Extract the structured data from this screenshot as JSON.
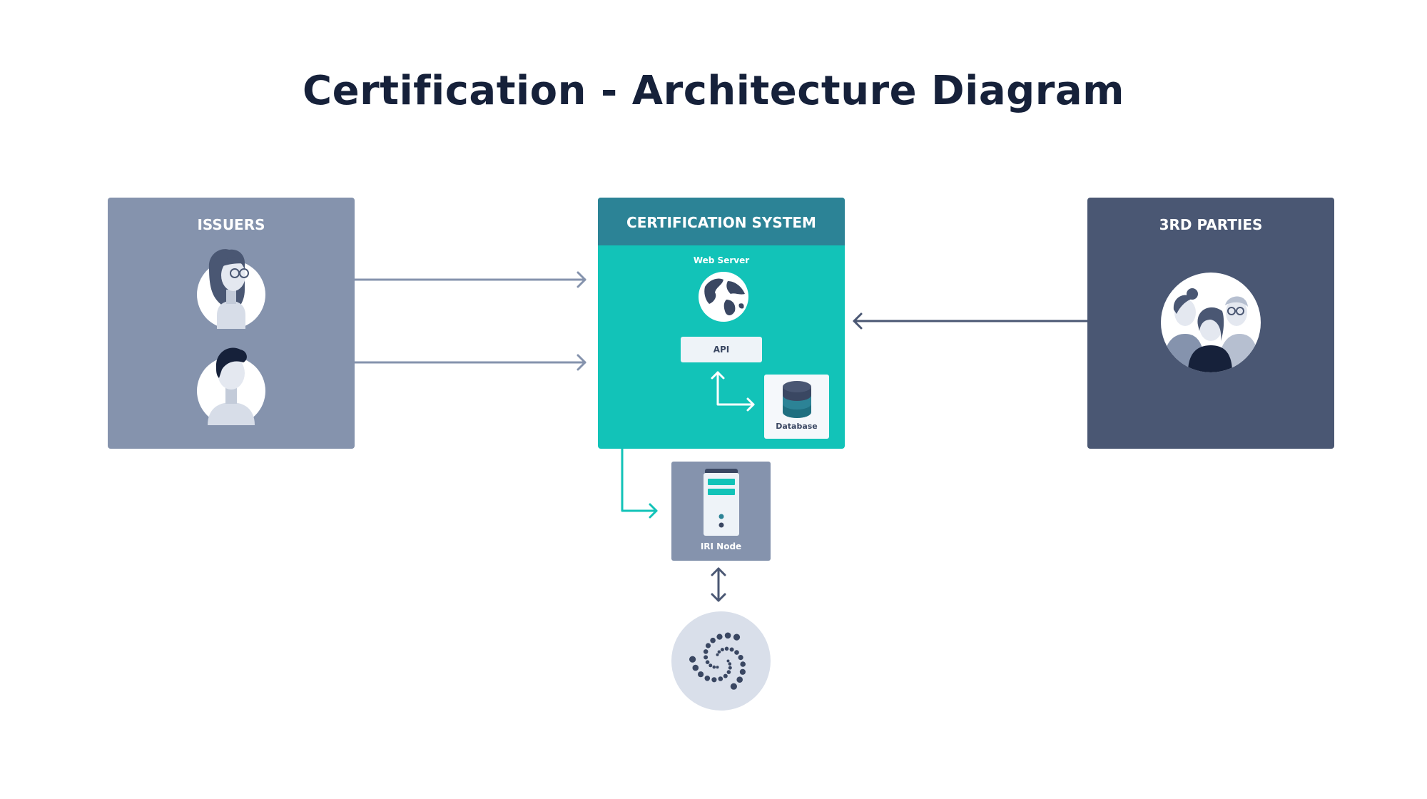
{
  "title": "Certification - Architecture Diagram",
  "issuers": {
    "label": "ISSUERS"
  },
  "certification_system": {
    "label": "CERTIFICATION SYSTEM",
    "web_server": "Web Server",
    "api": "API",
    "database": "Database"
  },
  "third_parties": {
    "label": "3RD PARTIES"
  },
  "iri_node": {
    "label": "IRI Node"
  },
  "colors": {
    "issuers_panel": "#8593ad",
    "certification_header": "#2c8396",
    "certification_body": "#12c3b8",
    "third_parties_panel": "#4a5773",
    "iri_panel": "#8593ad",
    "arrow_grey": "#8593ad",
    "arrow_dark": "#4a5773",
    "arrow_teal": "#12c3b8",
    "title": "#16213a"
  },
  "icons": [
    "woman-avatar-icon",
    "man-avatar-icon",
    "group-avatar-icon",
    "globe-icon",
    "database-icon",
    "server-icon",
    "iota-logo-icon"
  ]
}
